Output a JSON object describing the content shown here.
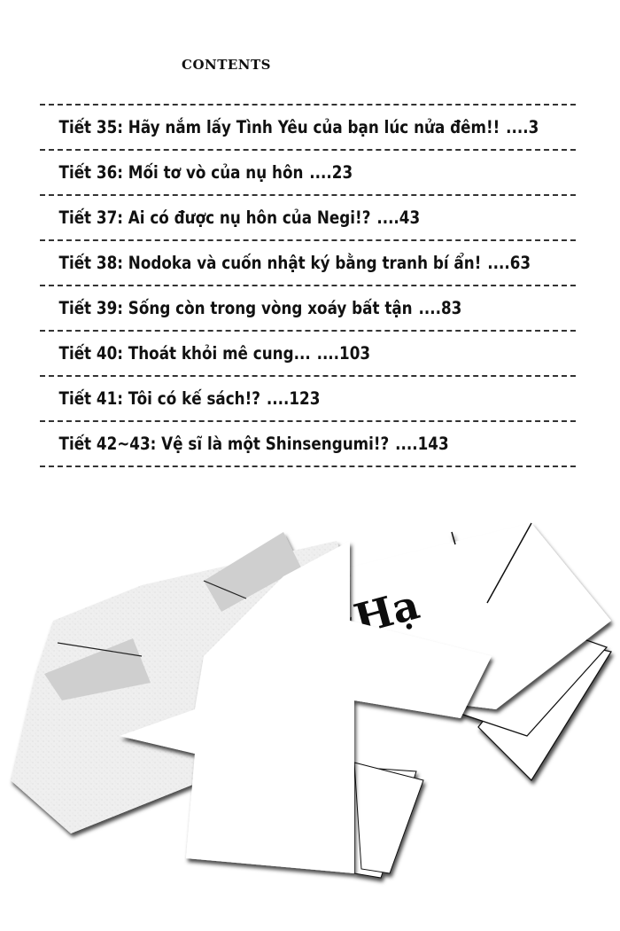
{
  "heading": "CONTENTS",
  "entries": [
    {
      "label": "Tiết 35: Hãy nắm lấy Tình Yêu của bạn lúc nửa đêm!!",
      "page": "....3"
    },
    {
      "label": "Tiết 36: Mối tơ vò của nụ hôn",
      "page": "....23"
    },
    {
      "label": "Tiết 37: Ai có được nụ hôn của Negi!?",
      "page": "....43"
    },
    {
      "label": "Tiết 38: Nodoka và cuốn nhật ký bằng tranh bí ẩn!",
      "page": "....63"
    },
    {
      "label": "Tiết 39: Sống còn trong vòng xoáy bất tận",
      "page": "....83"
    },
    {
      "label": "Tiết 40: Thoát khỏi mê cung...",
      "page": "....103"
    },
    {
      "label": "Tiết 41: Tôi có kế sách!?",
      "page": "....123"
    },
    {
      "label": "Tiết 42~43: Vệ sĩ là một Shinsengumi!?",
      "page": "....143"
    }
  ],
  "illustration": {
    "description": "scattered-paper-cards",
    "glyph": "Hạ"
  }
}
